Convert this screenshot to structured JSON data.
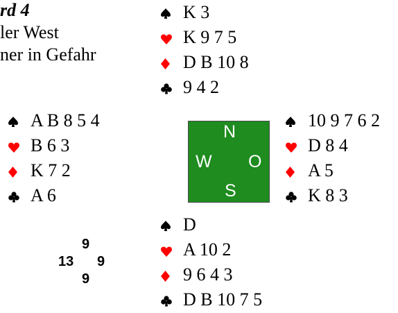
{
  "board": {
    "title": "rd 4",
    "dealer": "ler West",
    "vulnerability": "ner in Gefahr"
  },
  "hands": {
    "north": {
      "spades": "K 3",
      "hearts": "K 9 7 5",
      "diamonds": "D B 10 8",
      "clubs": "9 4 2"
    },
    "west": {
      "spades": "A B 8 5 4",
      "hearts": "B 6 3",
      "diamonds": "K 7 2",
      "clubs": "A 6"
    },
    "east": {
      "spades": "10 9 7 6 2",
      "hearts": "D 8 4",
      "diamonds": "A 5",
      "clubs": "K 8 3"
    },
    "south": {
      "spades": "D",
      "hearts": "A 10 2",
      "diamonds": "9 6 4 3",
      "clubs": "D B 10 7 5"
    }
  },
  "compass": {
    "north": "N",
    "west": "W",
    "east": "O",
    "south": "S"
  },
  "points": {
    "north": "9",
    "west": "13",
    "east": "9",
    "south": "9"
  },
  "colors": {
    "red_suits": "#ff0000",
    "black_suits": "#000000",
    "compass_bg": "#1e8c1e",
    "compass_text": "#ffffff"
  },
  "icons": [
    "spade-icon",
    "heart-icon",
    "diamond-icon",
    "club-icon"
  ]
}
